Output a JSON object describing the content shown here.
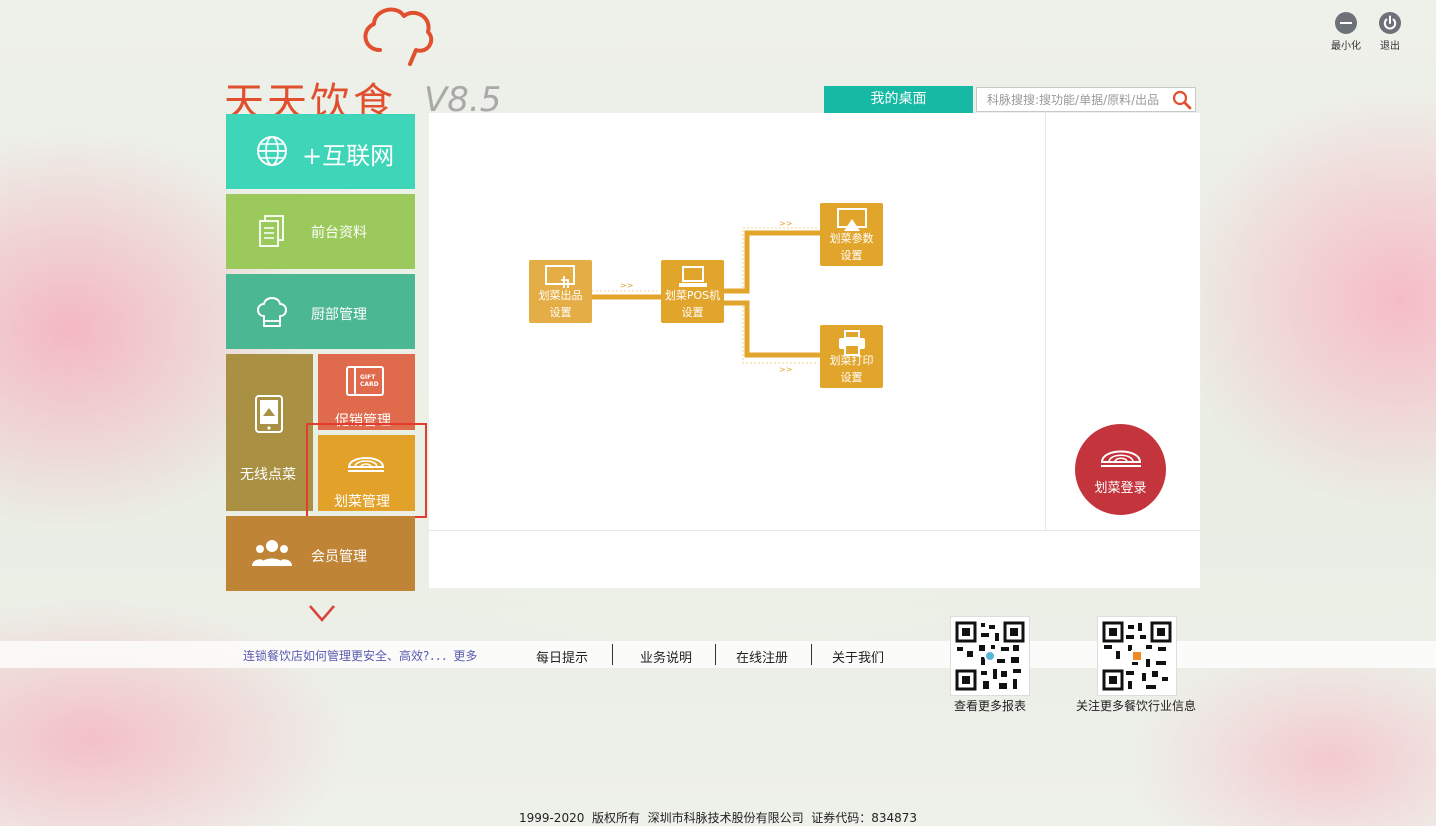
{
  "window_controls": {
    "minimize_label": "最小化",
    "exit_label": "退出"
  },
  "logo": {
    "name": "天天饮食",
    "version": "V8.5",
    "brand_color": "#e0502e"
  },
  "header": {
    "desk_tab": "我的桌面",
    "search_placeholder": "科脉搜搜:搜功能/单据/原料/出品"
  },
  "nav": {
    "internet": "+互联网",
    "front": "前台资料",
    "kitchen": "厨部管理",
    "wireless": "无线点菜",
    "promo": "促销管理",
    "promo_card_line1": "GIFT",
    "promo_card_line2": "CARD",
    "dish": "划菜管理",
    "member": "会员管理"
  },
  "flow": {
    "output": [
      "划菜出品",
      "设置"
    ],
    "pos": [
      "划菜POS机",
      "设置"
    ],
    "param": [
      "划菜参数",
      "设置"
    ],
    "print": [
      "划菜打印",
      "设置"
    ],
    "arrows": ">>",
    "node_color": "#e2a52c"
  },
  "login_button": "划菜登录",
  "bottom": {
    "news": "连锁餐饮店如何管理更安全、高效?．．．更多",
    "links": [
      "每日提示",
      "业务说明",
      "在线注册",
      "关于我们"
    ],
    "qr_report_label": "查看更多报表",
    "qr_follow_label": "关注更多餐饮行业信息"
  },
  "copyright": "1999-2020  版权所有  深圳市科脉技术股份有限公司  证券代码：834873"
}
